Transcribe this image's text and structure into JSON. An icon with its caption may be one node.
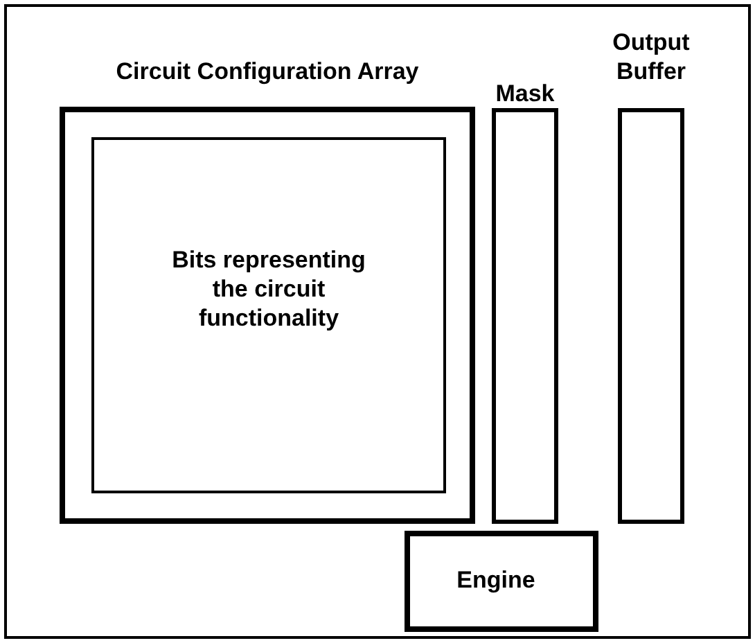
{
  "diagram": {
    "nodes": [
      {
        "text": [],
        "shape": "box"
      },
      {
        "text": [
          "Circuit Configuration Array"
        ],
        "in": 0
      },
      {
        "text": [
          "Bits representing the circuit functionality"
        ],
        "in": 1
      },
      {
        "text": [
          "Mask"
        ],
        "in": 0
      },
      {
        "text": [
          "Output Buffer"
        ],
        "in": 0
      },
      {
        "text": [
          "Engine"
        ],
        "in": 0
      }
    ]
  }
}
